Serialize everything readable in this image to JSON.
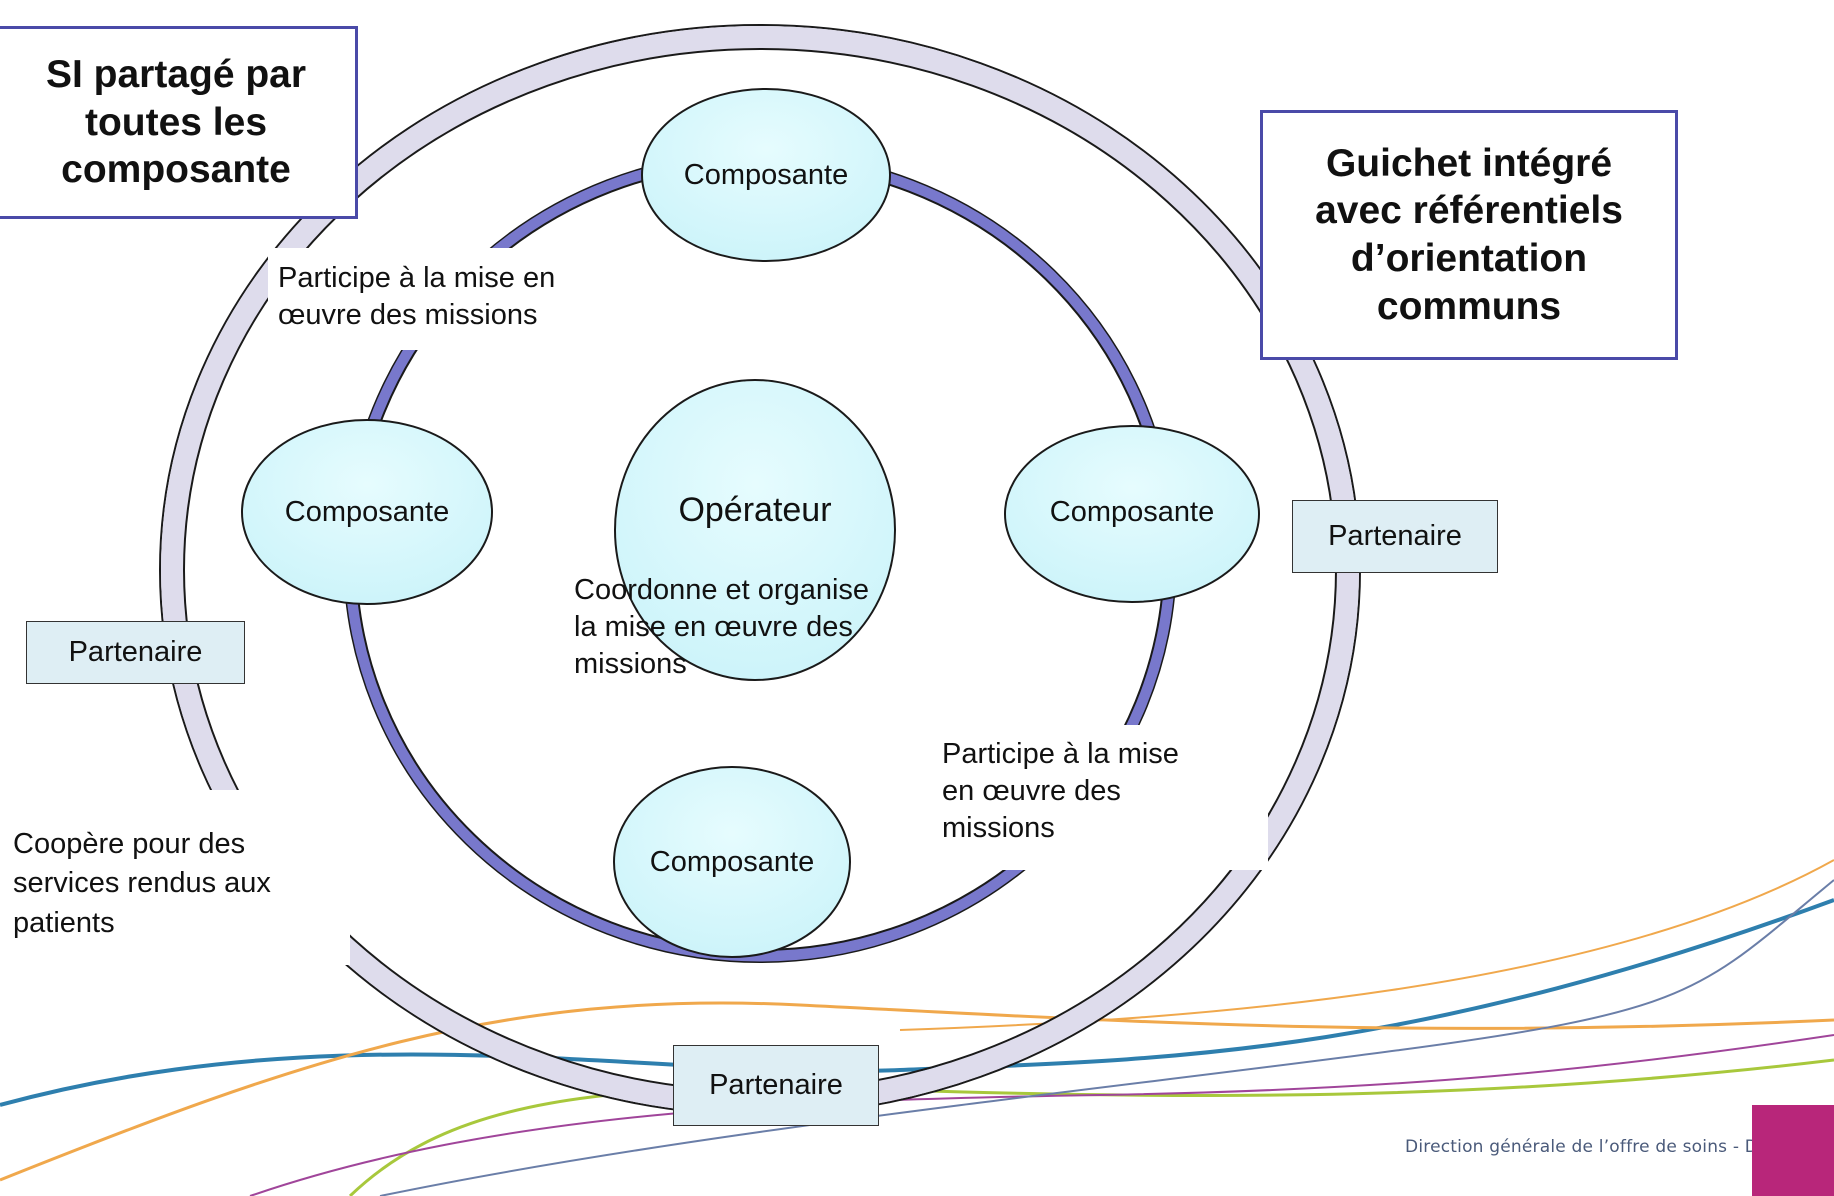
{
  "boxes": {
    "si_partage": "SI partagé par\ntoutes les\ncomposante",
    "guichet": "Guichet intégré\navec référentiels\nd’orientation\ncommuns"
  },
  "nodes": {
    "operateur": "Opérateur",
    "composante_top": "Composante",
    "composante_left": "Composante",
    "composante_right": "Composante",
    "composante_bottom": "Composante"
  },
  "partners": {
    "left": "Partenaire",
    "right": "Partenaire",
    "bottom": "Partenaire"
  },
  "annotations": {
    "participe_top": "Participe à la mise en\nœuvre des missions",
    "coordonne": "Coordonne et organise\nla mise en œuvre des\nmissions",
    "participe_bottom": "Participe à la mise\nen œuvre des\nmissions",
    "coopere": "Coopère pour des\nservices rendus aux\npatients"
  },
  "footer": "Direction générale de l’offre de soins - DGOS",
  "colors": {
    "outer_ring": "#dedcec",
    "inner_ring": "#7878cc",
    "bubble": "#d8f8fc",
    "box_border": "#4a4aa8",
    "partner_fill": "#deeef4",
    "brand": "#b8267a"
  }
}
